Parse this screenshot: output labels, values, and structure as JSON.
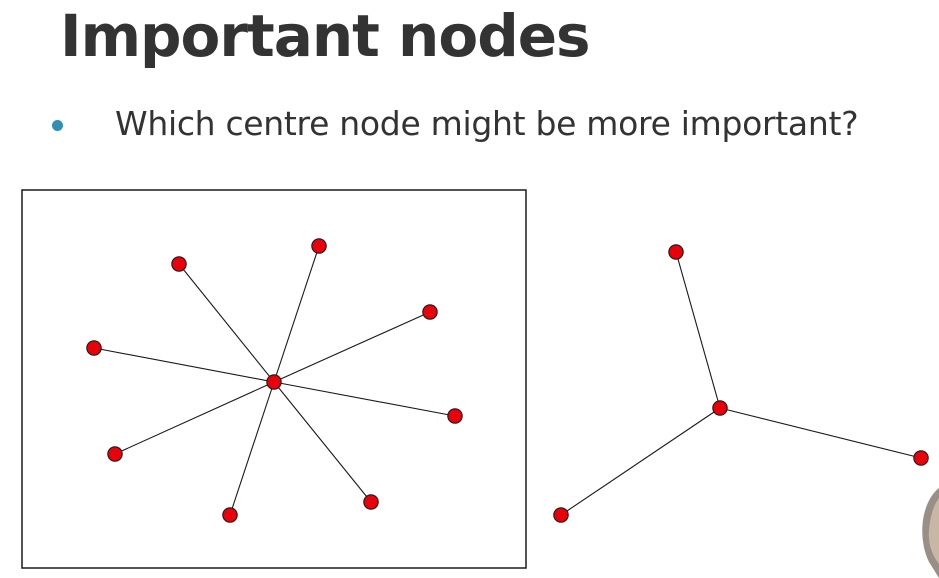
{
  "slide": {
    "title": "Important nodes",
    "bullets": [
      "Which centre node might be more important?"
    ]
  },
  "colors": {
    "node_fill": "#e8000b",
    "bullet": "#2f8fb5",
    "text": "#333333"
  },
  "graphs": [
    {
      "name": "star-graph",
      "framed": true,
      "center": "c",
      "leaves": [
        "l1",
        "l2",
        "l3",
        "l4",
        "l5",
        "l6",
        "l7",
        "l8"
      ],
      "edges": [
        [
          "c",
          "l1"
        ],
        [
          "c",
          "l2"
        ],
        [
          "c",
          "l3"
        ],
        [
          "c",
          "l4"
        ],
        [
          "c",
          "l5"
        ],
        [
          "c",
          "l6"
        ],
        [
          "c",
          "l7"
        ],
        [
          "c",
          "l8"
        ]
      ]
    },
    {
      "name": "three-leaf-graph",
      "framed": false,
      "center": "c",
      "leaves": [
        "l1",
        "l2",
        "l3"
      ],
      "edges": [
        [
          "c",
          "l1"
        ],
        [
          "c",
          "l2"
        ],
        [
          "c",
          "l3"
        ]
      ]
    }
  ]
}
